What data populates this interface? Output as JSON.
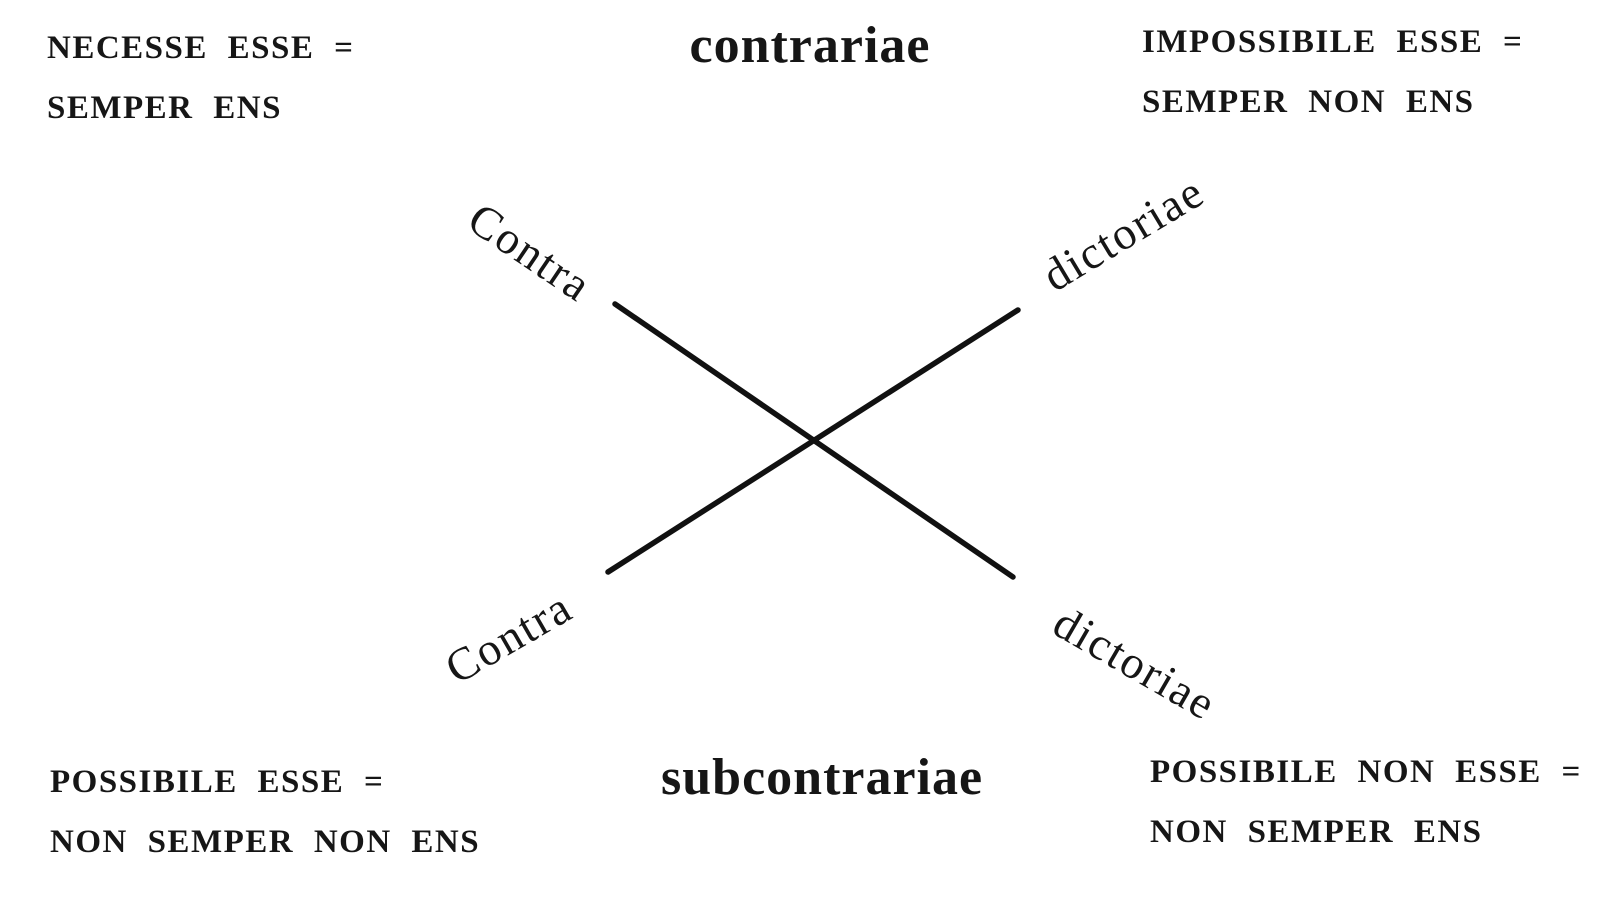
{
  "corners": {
    "top_left": {
      "line1": "NECESSE ESSE =",
      "line2": "SEMPER ENS"
    },
    "top_right": {
      "line1": "IMPOSSIBILE ESSE =",
      "line2": "SEMPER NON ENS"
    },
    "bottom_left": {
      "line1": "POSSIBILE ESSE =",
      "line2": "NON SEMPER NON ENS"
    },
    "bottom_right": {
      "line1": "POSSIBILE NON ESSE =",
      "line2": "NON SEMPER ENS"
    }
  },
  "relations": {
    "top": "contrariae",
    "bottom": "subcontrariae",
    "diagonals": {
      "upper_left": "Contra",
      "upper_right": "dictoriae",
      "lower_left": "Contra",
      "lower_right": "dictoriae"
    }
  },
  "colors": {
    "ink": "#161616",
    "line": "#111111",
    "background": "#ffffff"
  }
}
